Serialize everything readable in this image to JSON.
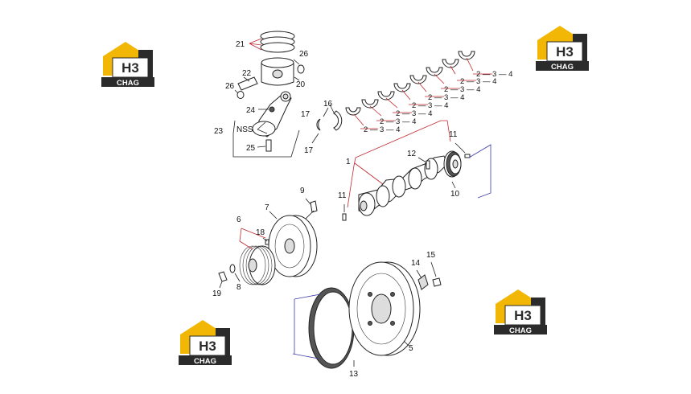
{
  "brand": {
    "logo_top": "H3",
    "logo_bottom": "CHAG",
    "colors": {
      "yellow": "#f2b705",
      "dark": "#2b2b2b",
      "white": "#ffffff"
    }
  },
  "diagram": {
    "callouts": {
      "c1": "1",
      "c2_3_4": "2 — 3 — 4",
      "c5": "5",
      "c6": "6",
      "c7": "7",
      "c8": "8",
      "c9": "9",
      "c10": "10",
      "c11a": "11",
      "c11b": "11",
      "c12": "12",
      "c13": "13",
      "c14": "14",
      "c15": "15",
      "c16": "16",
      "c17a": "17",
      "c17b": "17",
      "c18": "18",
      "c19": "19",
      "c20": "20",
      "c21": "21",
      "c22": "22",
      "c23": "23",
      "c24": "24",
      "c25": "25",
      "c26a": "26",
      "c26b": "26",
      "nss": "NSS"
    },
    "colors": {
      "leader_red": "#c0262d",
      "leader_blue": "#3a3aa8",
      "line": "#222222"
    }
  }
}
